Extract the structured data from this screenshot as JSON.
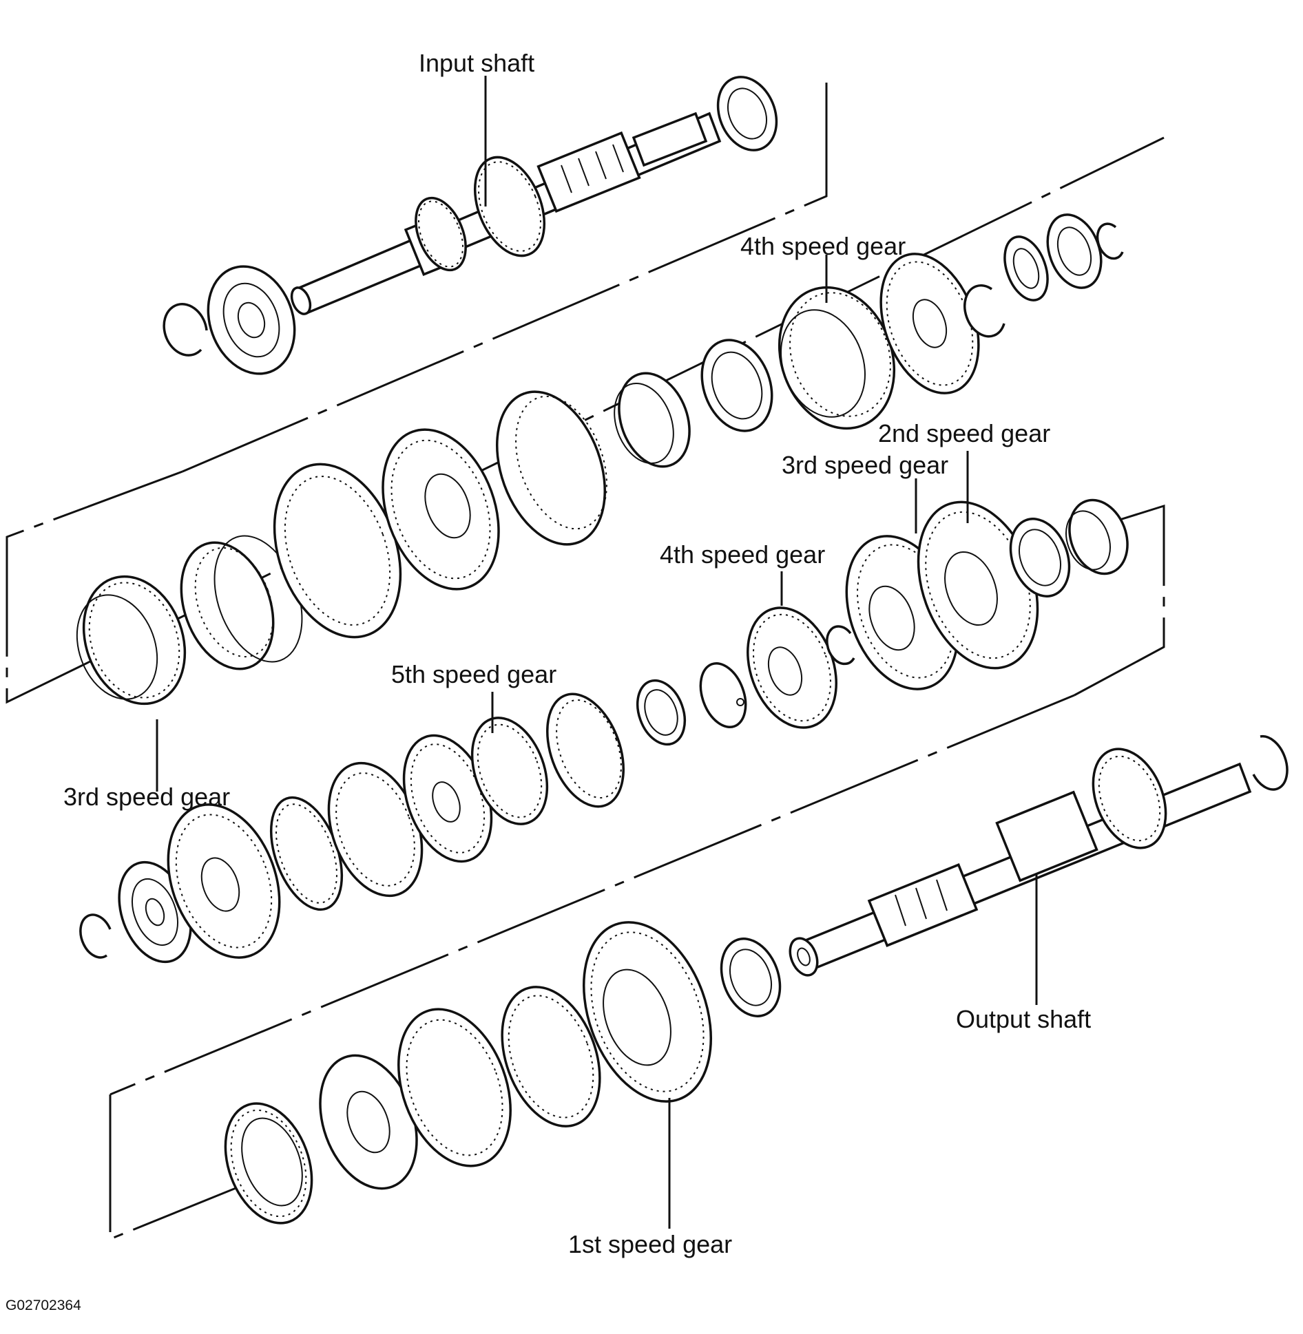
{
  "diagram": {
    "labels": {
      "input_shaft": "Input shaft",
      "fourth_gear_upper": "4th speed gear",
      "second_gear": "2nd speed gear",
      "third_gear_right": "3rd speed gear",
      "fourth_gear_middle": "4th speed gear",
      "fifth_gear": "5th speed gear",
      "third_gear_left": "3rd speed gear",
      "output_shaft": "Output shaft",
      "first_gear": "1st speed gear"
    },
    "reference_code": "G02702364"
  }
}
